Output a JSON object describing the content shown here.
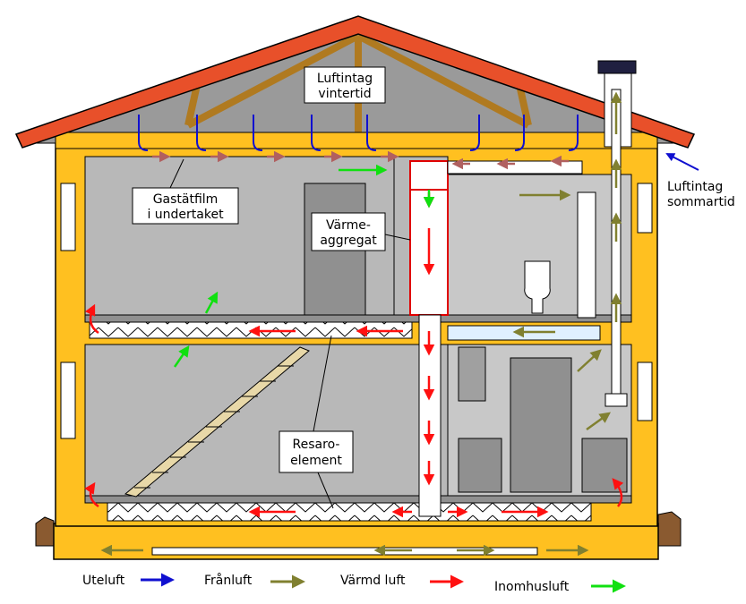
{
  "labels": {
    "luftintag_vinter": [
      "Luftintag",
      "vintertid"
    ],
    "luftintag_sommar": [
      "Luftintag",
      "sommartid"
    ],
    "gastat_film": [
      "Gastätfilm",
      "i undertaket"
    ],
    "varme_aggregat": [
      "Värme-",
      "aggregat"
    ],
    "resaro_element": [
      "Resaro-",
      "element"
    ]
  },
  "legend": [
    {
      "label": "Uteluft",
      "color": "#1010d0"
    },
    {
      "label": "Frånluft",
      "color": "#808030"
    },
    {
      "label": "Värmd luft",
      "color": "#ff1010"
    },
    {
      "label": "Inomhusluft",
      "color": "#10ff10"
    }
  ],
  "colors": {
    "roof": "#e8502a",
    "frame": "#ffc020",
    "wall_gray": "#b8b8b8",
    "outline": "#000000",
    "ground": "#8a5a30"
  }
}
